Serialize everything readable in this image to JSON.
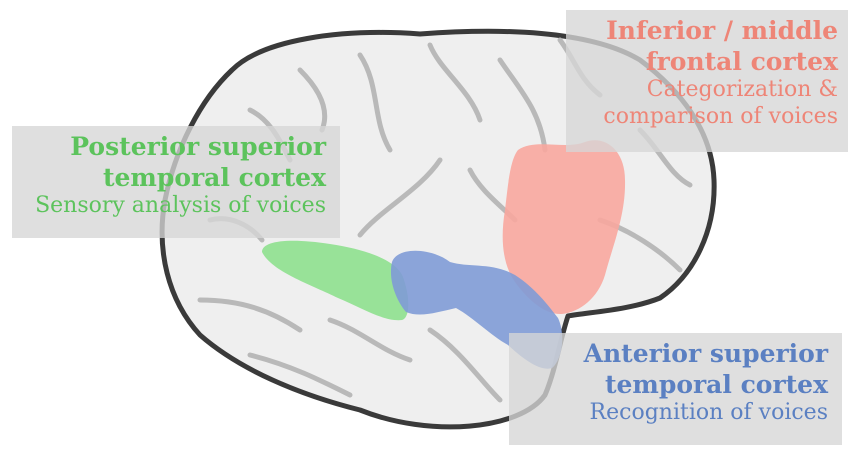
{
  "labels": {
    "frontal": {
      "title_line1": "Inferior / middle",
      "title_line2": "frontal cortex",
      "desc_line1": "Categorization &",
      "desc_line2": "comparison of voices",
      "color": "#ee8577"
    },
    "posterior": {
      "title_line1": "Posterior superior",
      "title_line2": "temporal cortex",
      "desc_line1": "Sensory analysis of voices",
      "color": "#5cc35c"
    },
    "anterior": {
      "title_line1": "Anterior superior",
      "title_line2": "temporal cortex",
      "desc_line1": "Recognition  of voices",
      "color": "#5b80c2"
    }
  },
  "regions": [
    {
      "name": "frontal-region",
      "color": "#f8a79f"
    },
    {
      "name": "posterior-stc-region",
      "color": "#8ee08e"
    },
    {
      "name": "anterior-stc-region",
      "color": "#7f9bd6"
    }
  ]
}
